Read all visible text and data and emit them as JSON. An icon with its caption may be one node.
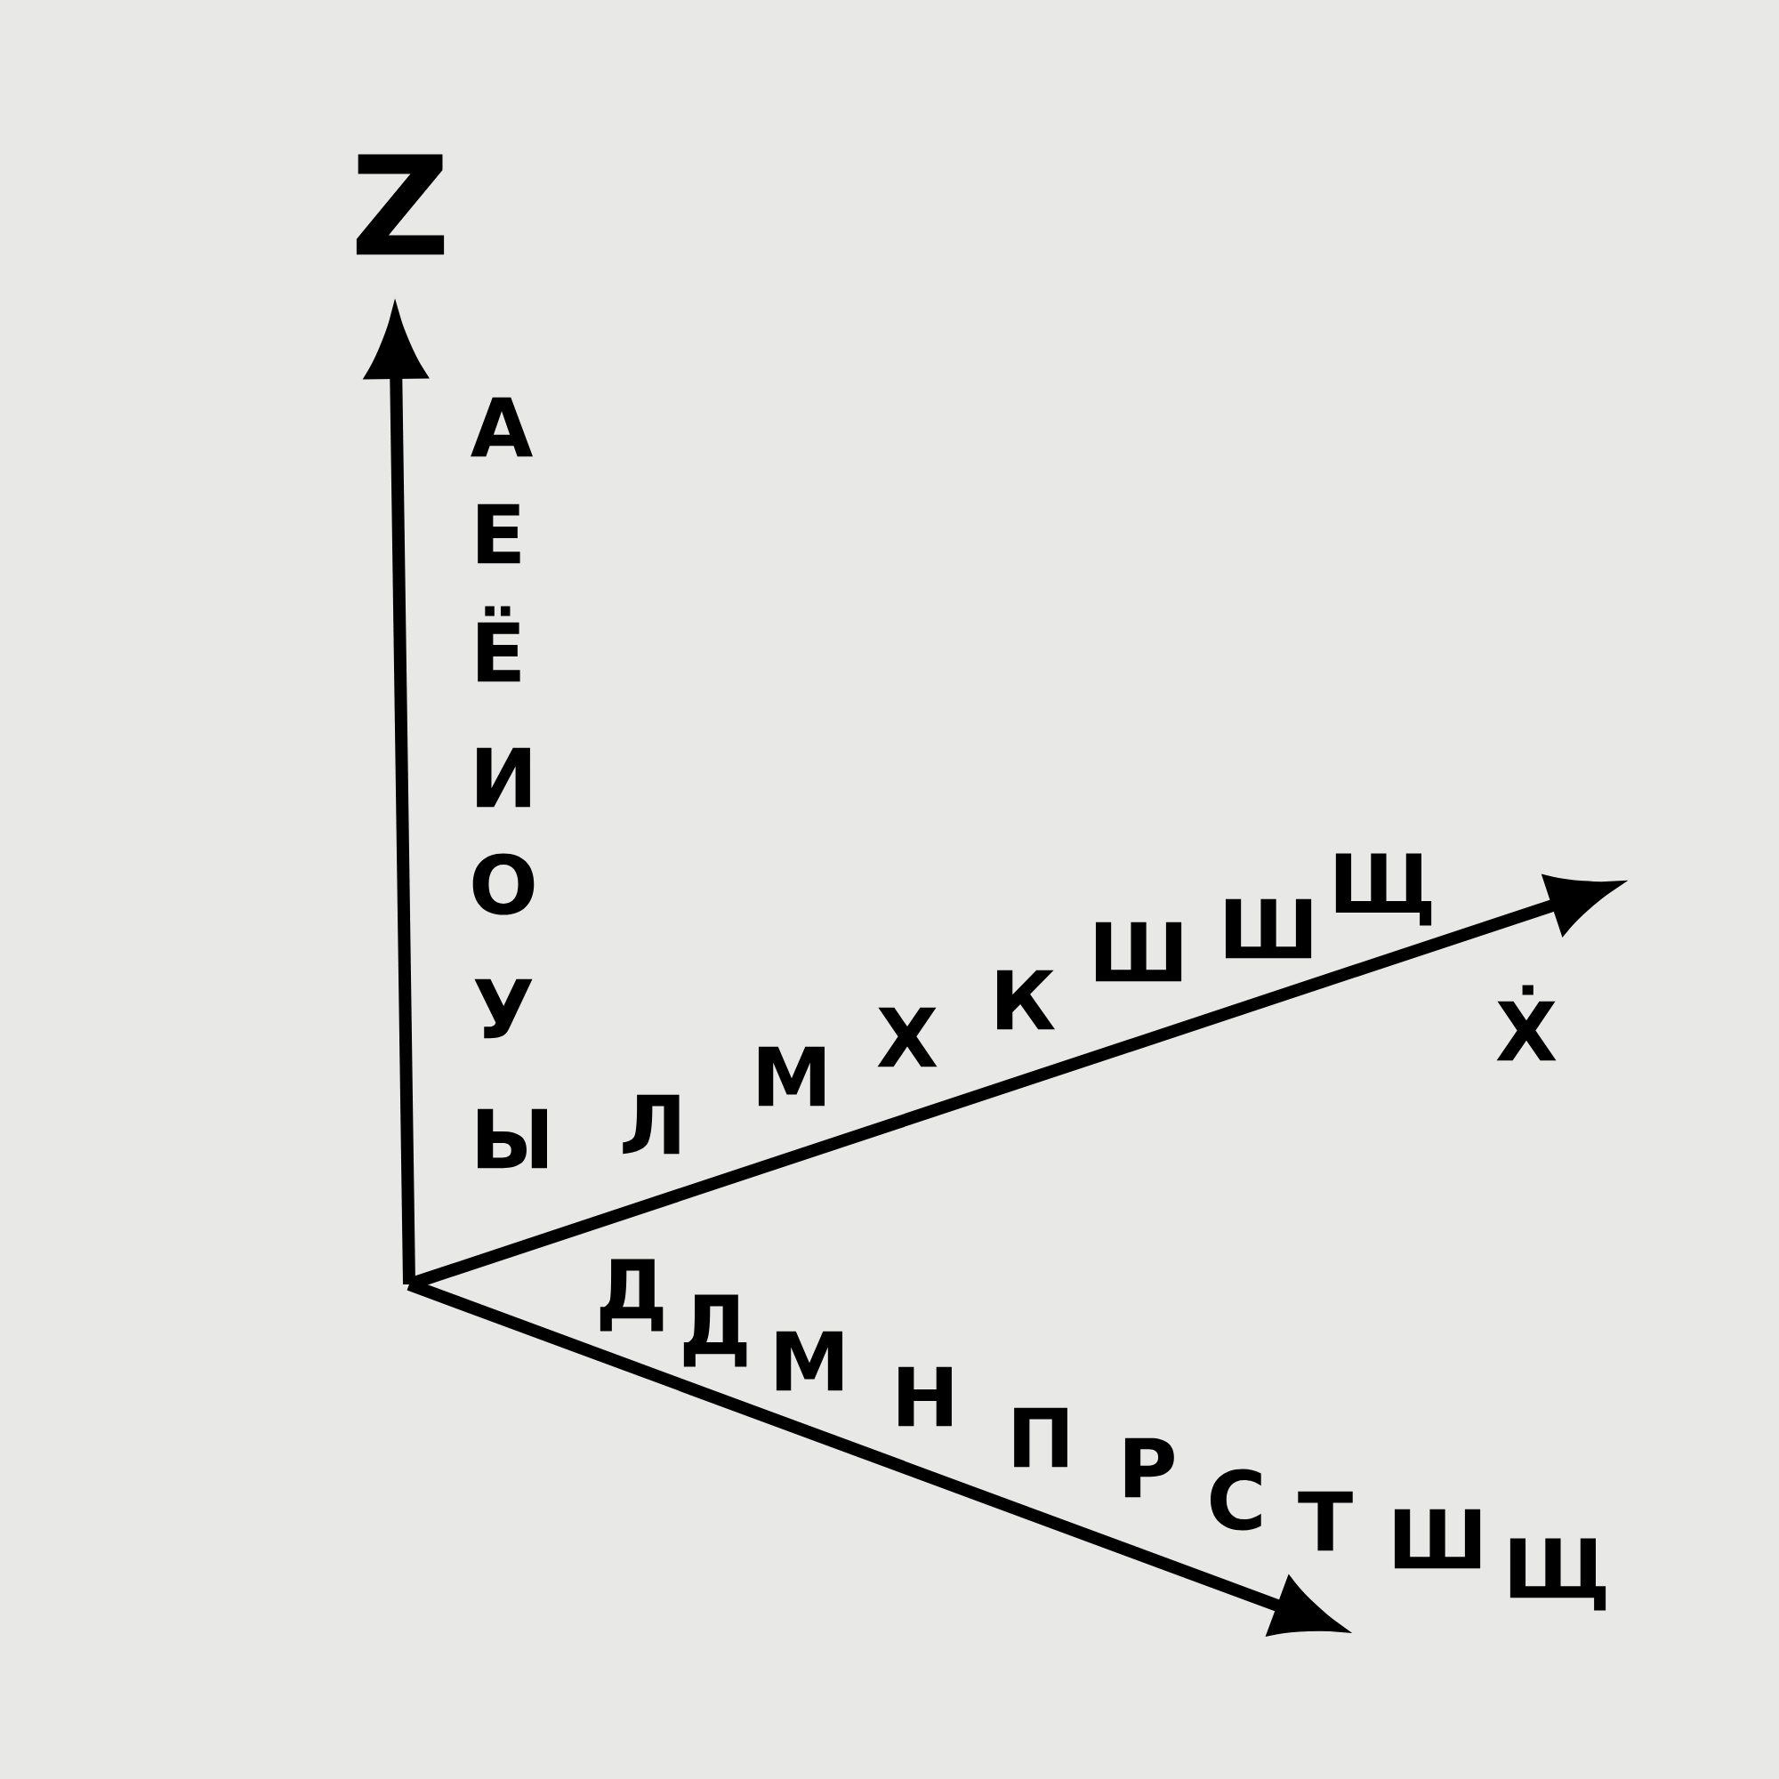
{
  "diagram": {
    "labels": [
      "Z",
      "А",
      "Е",
      "Ё",
      "И",
      "О",
      "У",
      "Ы",
      "Л",
      "М",
      "Х",
      "К",
      "Ш",
      "Ш",
      "Щ",
      "Ẋ",
      "Д",
      "Д",
      "М",
      "Н",
      "П",
      "Р",
      "С",
      "Т",
      "Ш",
      "Щ"
    ]
  }
}
